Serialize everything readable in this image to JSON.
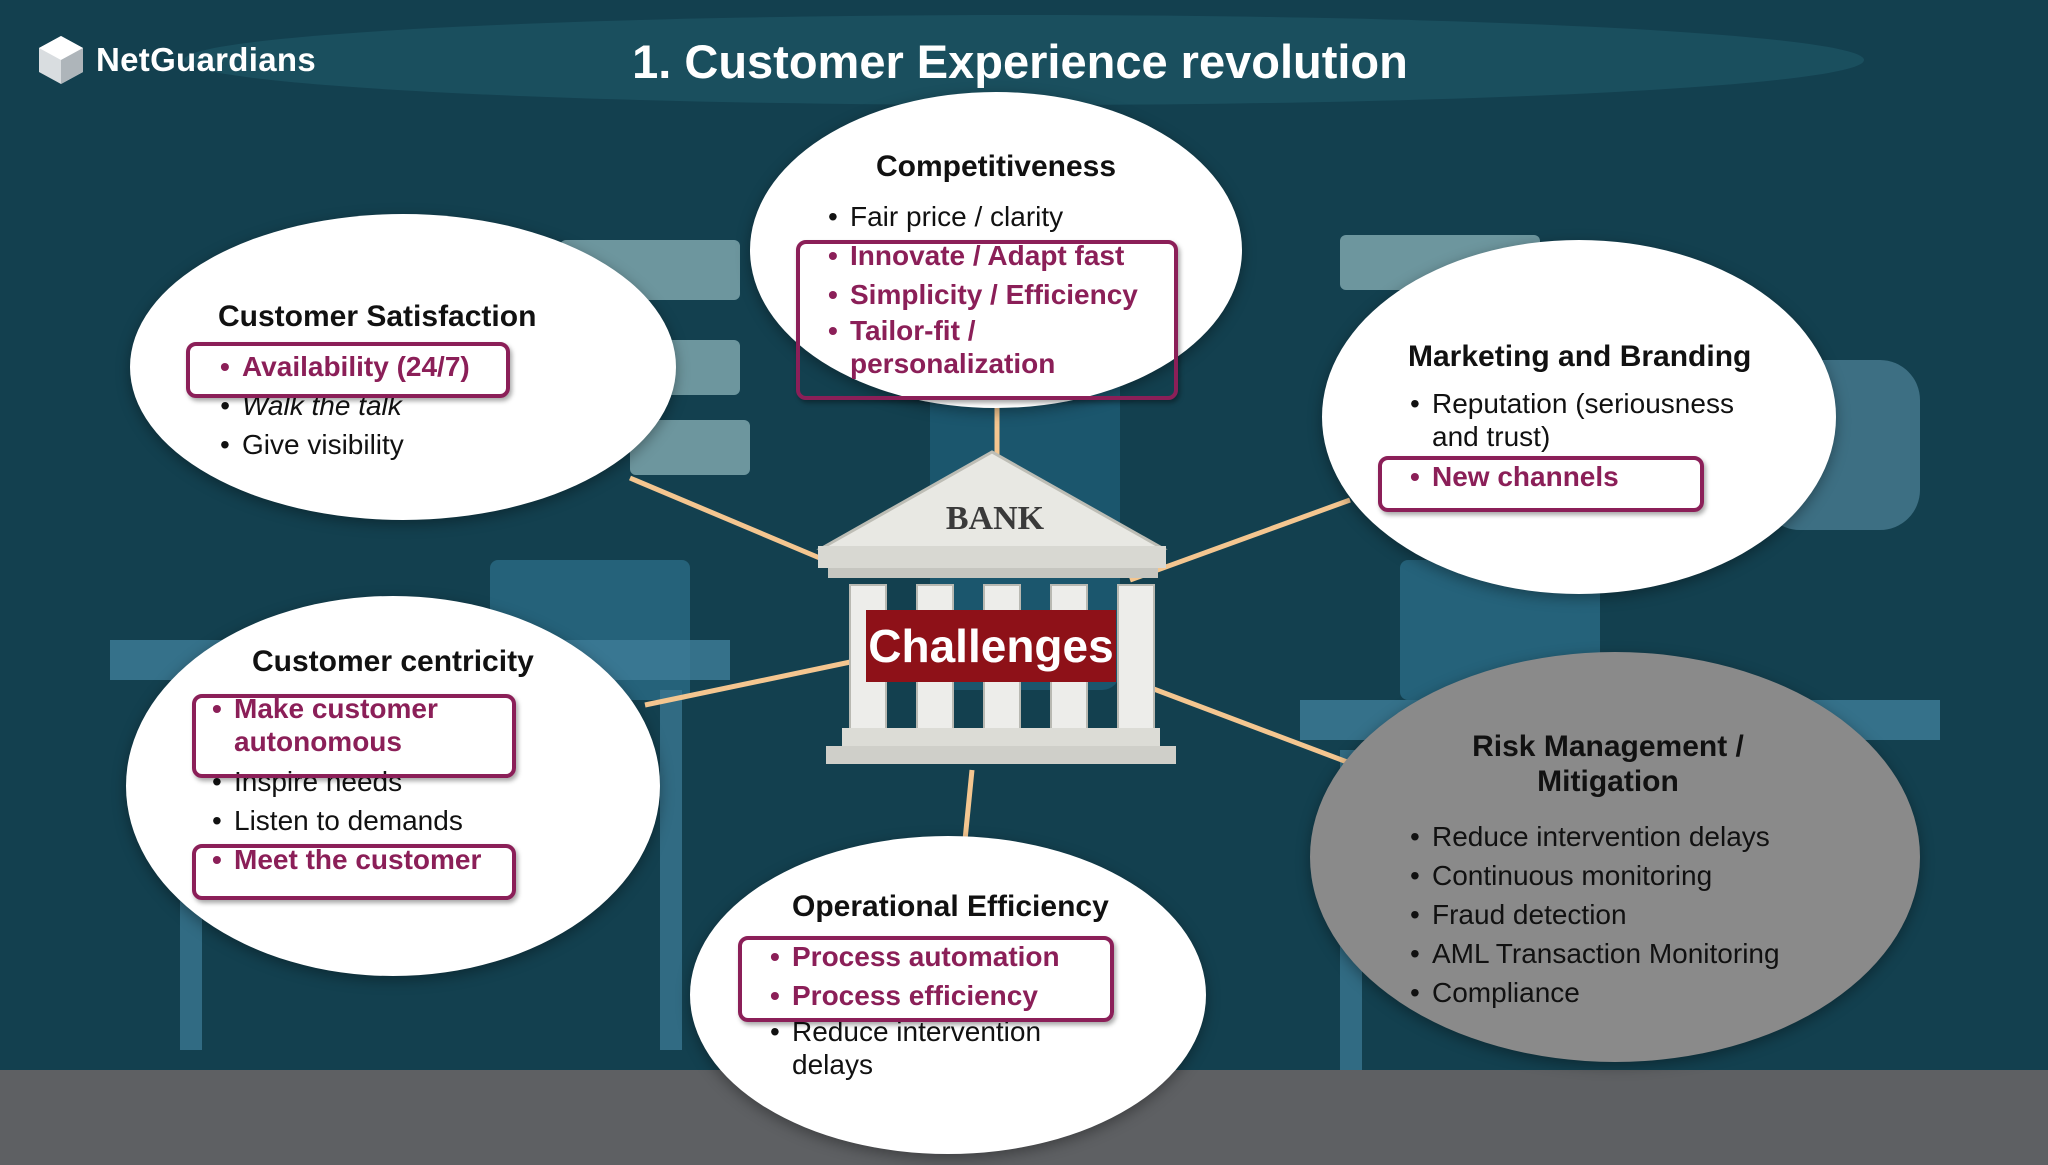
{
  "header": {
    "logo_text": "NetGuardians",
    "logo_icon": "cube-icon",
    "title": "1. Customer Experience revolution"
  },
  "center": {
    "bank_label": "BANK",
    "challenges_label": "Challenges",
    "bank_icon": "bank-building-icon"
  },
  "colors": {
    "highlight": "#8b1f58",
    "challenges_bg": "#8e1118",
    "background": "#123d4b",
    "connector": "#f4c690",
    "bubble_white": "#ffffff",
    "bubble_gray": "#8a8a8a"
  },
  "panels": {
    "competitiveness": {
      "title": "Competitiveness",
      "items": [
        {
          "text": "Fair price / clarity"
        },
        {
          "text": "Innovate / Adapt fast"
        },
        {
          "text": "Simplicity / Efficiency"
        },
        {
          "text": "Tailor-fit / personalization"
        }
      ]
    },
    "customer_satisfaction": {
      "title": "Customer Satisfaction",
      "items": [
        {
          "text": "Availability (24/7)"
        },
        {
          "text": "Walk the talk"
        },
        {
          "text": "Give visibility"
        }
      ]
    },
    "marketing": {
      "title": "Marketing and Branding",
      "items": [
        {
          "text": "Reputation (seriousness and trust)"
        },
        {
          "text": "New channels"
        }
      ]
    },
    "customer_centricity": {
      "title": "Customer centricity",
      "items": [
        {
          "text": "Make customer autonomous"
        },
        {
          "text": "Inspire needs"
        },
        {
          "text": "Listen to demands"
        },
        {
          "text": "Meet the customer"
        }
      ]
    },
    "operational": {
      "title": "Operational Efficiency",
      "items": [
        {
          "text": "Process automation"
        },
        {
          "text": "Process efficiency"
        },
        {
          "text": "Reduce intervention delays"
        }
      ]
    },
    "risk": {
      "title": "Risk Management / Mitigation",
      "items": [
        {
          "text": "Reduce intervention delays"
        },
        {
          "text": "Continuous monitoring"
        },
        {
          "text": "Fraud detection"
        },
        {
          "text": "AML Transaction Monitoring"
        },
        {
          "text": "Compliance"
        }
      ]
    }
  }
}
